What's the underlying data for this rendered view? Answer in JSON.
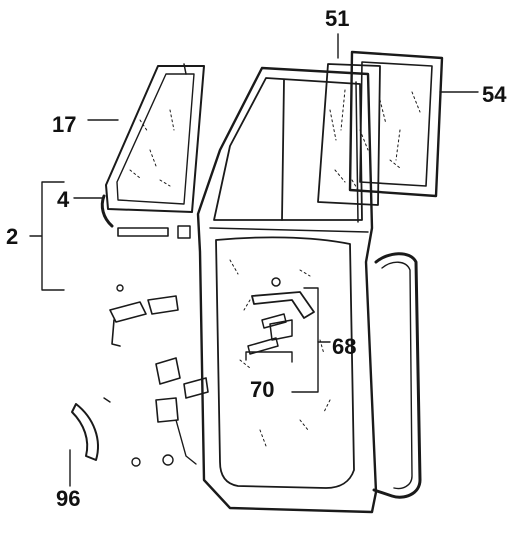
{
  "diagram": {
    "style": {
      "ink": "#1a1a1a",
      "paper": "#ffffff"
    },
    "callouts": {
      "c51": "51",
      "c54": "54",
      "c17": "17",
      "c4": "4",
      "c2": "2",
      "c68": "68",
      "c70": "70",
      "c96": "96"
    }
  }
}
